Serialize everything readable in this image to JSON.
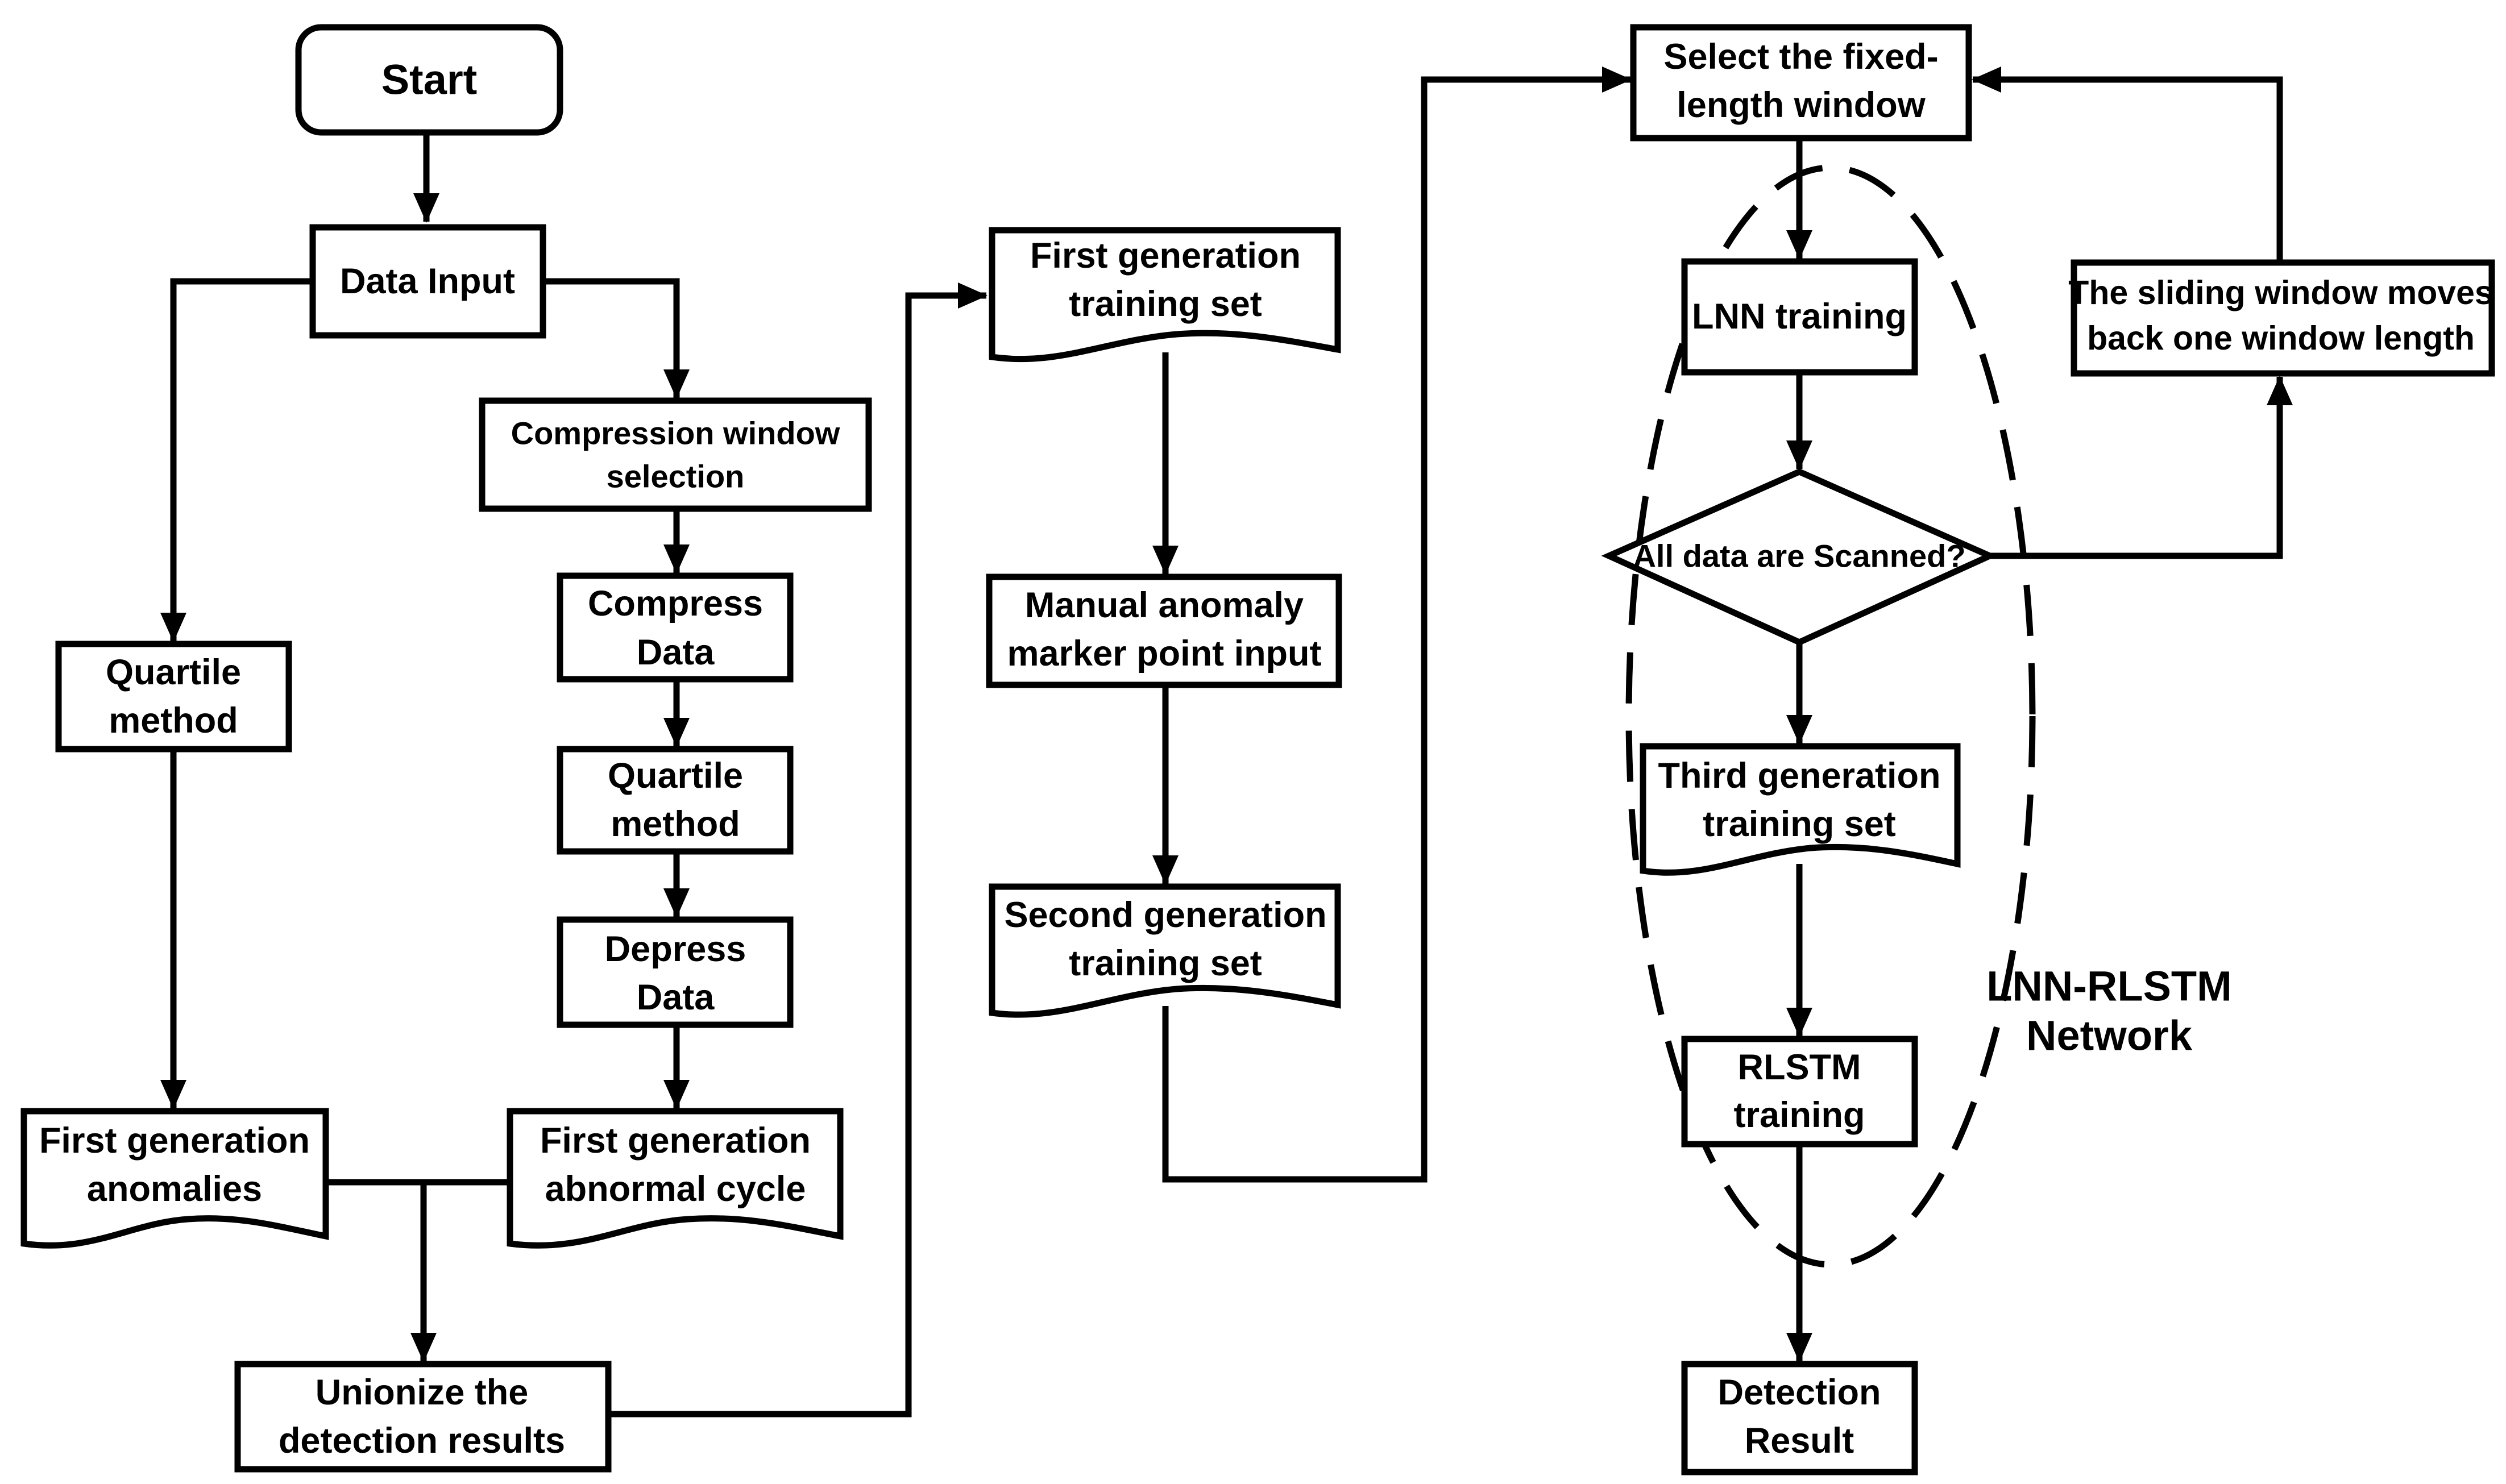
{
  "nodes": {
    "start": "Start",
    "data_input": "Data Input",
    "compression_window_selection": [
      "Compression window",
      "selection"
    ],
    "quartile_method_left": [
      "Quartile",
      "method"
    ],
    "compress_data": [
      "Compress",
      "Data"
    ],
    "quartile_method_right": [
      "Quartile",
      "method"
    ],
    "depress_data": [
      "Depress",
      "Data"
    ],
    "first_generation_anomalies": [
      "First generation",
      "anomalies"
    ],
    "first_generation_abnormal_cycle": [
      "First generation",
      "abnormal cycle"
    ],
    "unionize_detection_results": [
      "Unionize the",
      "detection results"
    ],
    "first_generation_training_set": [
      "First generation",
      "training set"
    ],
    "manual_anomaly_marker_point_input": [
      "Manual anomaly",
      "marker point input"
    ],
    "second_generation_training_set": [
      "Second generation",
      "training set"
    ],
    "select_fixed_length_window": [
      "Select the fixed-",
      "length window"
    ],
    "lnn_training": "LNN training",
    "all_data_scanned": "All data are Scanned?",
    "sliding_window_moves_back": [
      "The sliding window moves",
      "back one window length"
    ],
    "third_generation_training_set": [
      "Third generation",
      "training set"
    ],
    "rlstm_training": [
      "RLSTM",
      "training"
    ],
    "detection_result": [
      "Detection",
      "Result"
    ]
  },
  "group_label": [
    "LNN-RLSTM",
    "Network"
  ]
}
